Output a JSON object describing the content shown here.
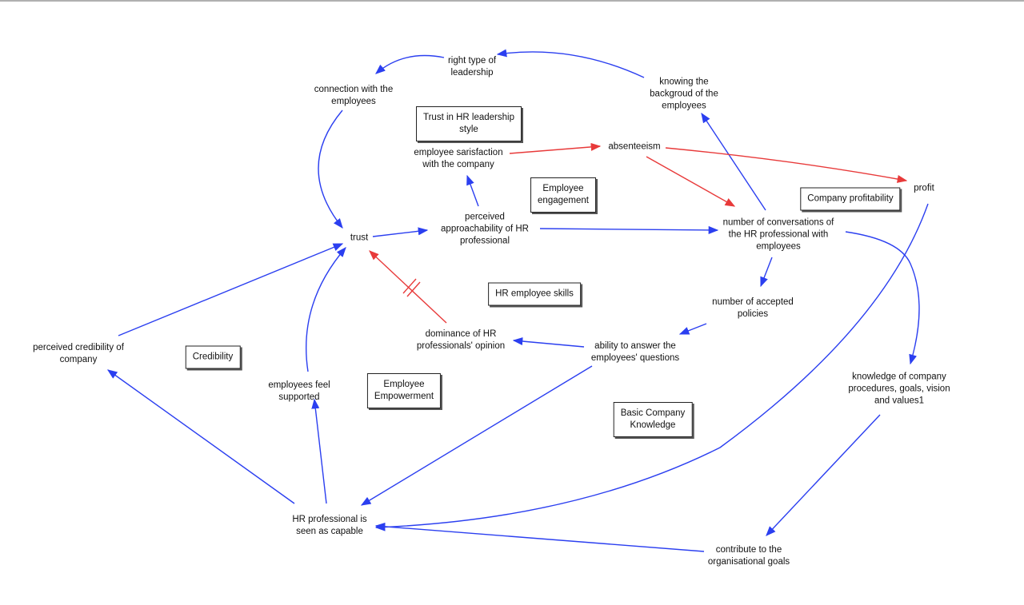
{
  "colors": {
    "positive_link": "#2b3ff0",
    "negative_link": "#e83a3a",
    "line_top": "#b0b0b0"
  },
  "variables": {
    "right_type_of_leadership": "right type of\nleadership",
    "connection_with_employees": "connection with the\nemployees",
    "knowing_background": "knowing the\nbackgroud of the\nemployees",
    "employee_satisfaction": "employee sarisfaction\nwith the company",
    "absenteeism": "absenteeism",
    "profit": "profit",
    "trust": "trust",
    "perceived_approachability": "perceived\napproachability of HR\nprofessional",
    "number_of_conversations": "number of conversations of\nthe HR professional with\nemployees",
    "number_of_accepted_policies": "number of accepted\npolicies",
    "dominance_of_opinion": "dominance of HR\nprofessionals' opinion",
    "ability_to_answer": "ability to answer the\nemployees' questions",
    "perceived_credibility": "perceived credibility of\ncompany",
    "employees_feel_supported": "employees feel\nsupported",
    "knowledge_of_company": "knowledge of company\nprocedures, goals, vision\nand values1",
    "hr_seen_capable": "HR professional is\nseen as capable",
    "contribute_to_goals": "contribute to the\norganisational goals"
  },
  "loop_labels": {
    "trust_in_hr_leadership": "Trust in HR leadership\nstyle",
    "employee_engagement": "Employee\nengagement",
    "company_profitability": "Company profitability",
    "hr_employee_skills": "HR employee skills",
    "credibility": "Credibility",
    "employee_empowerment": "Employee\nEmpowerment",
    "basic_company_knowledge": "Basic Company\nKnowledge"
  }
}
